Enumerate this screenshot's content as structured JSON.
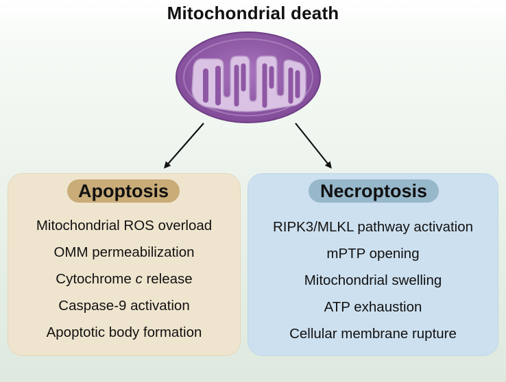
{
  "title": "Mitochondrial death",
  "icons": {
    "mitochondrion": "mitochondrion-icon",
    "arrow_left": "arrow-down-left-icon",
    "arrow_right": "arrow-down-right-icon"
  },
  "colors": {
    "mito_outer": "#8e57a3",
    "mito_inner": "#d9c2e3",
    "apoptosis_panel": "#efe5cf",
    "apoptosis_header": "#c9ac78",
    "necroptosis_panel": "#cde0ef",
    "necroptosis_header": "#97b8cb"
  },
  "apoptosis": {
    "heading": "Apoptosis",
    "items": [
      "Mitochondrial ROS overload",
      "OMM permeabilization",
      "Cytochrome",
      "c",
      "release",
      "Caspase-9 activation",
      "Apoptotic body formation"
    ]
  },
  "necroptosis": {
    "heading": "Necroptosis",
    "items": [
      "RIPK3/MLKL pathway activation",
      "mPTP opening",
      "Mitochondrial swelling",
      "ATP exhaustion",
      "Cellular membrane rupture"
    ]
  }
}
